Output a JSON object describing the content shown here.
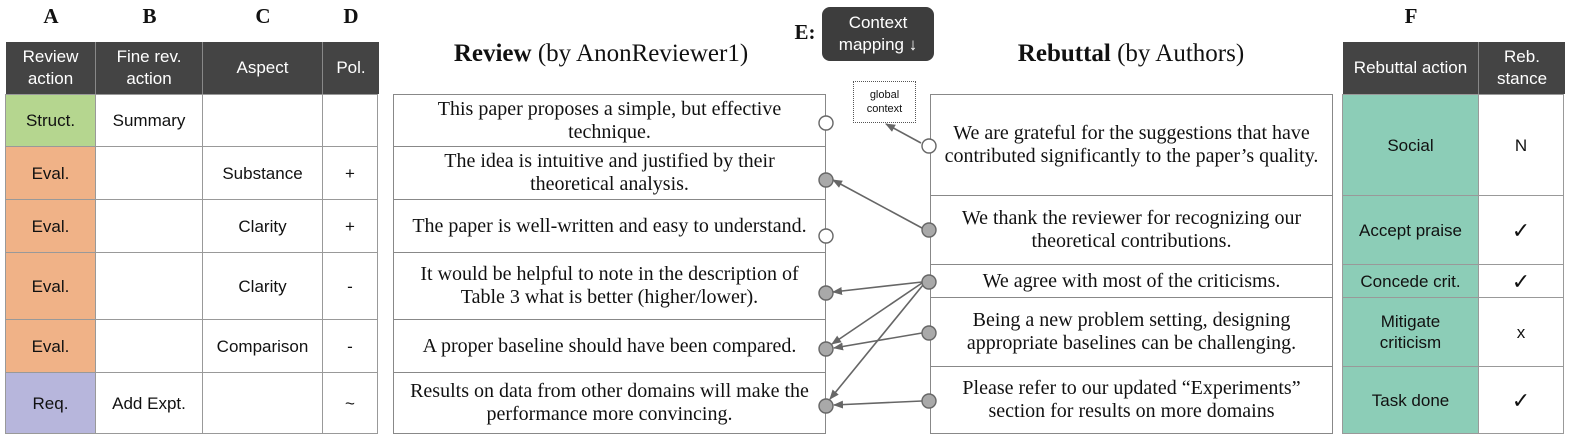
{
  "column_letters": {
    "a": "A",
    "b": "B",
    "c": "C",
    "d": "D",
    "e": "E:",
    "f": "F"
  },
  "left_table": {
    "headers": [
      "Review action",
      "Fine rev. action",
      "Aspect",
      "Pol."
    ],
    "rows": [
      {
        "action": "Struct.",
        "fine": "Summary",
        "aspect": "",
        "pol": ""
      },
      {
        "action": "Eval.",
        "fine": "",
        "aspect": "Substance",
        "pol": "+"
      },
      {
        "action": "Eval.",
        "fine": "",
        "aspect": "Clarity",
        "pol": "+"
      },
      {
        "action": "Eval.",
        "fine": "",
        "aspect": "Clarity",
        "pol": "-"
      },
      {
        "action": "Eval.",
        "fine": "",
        "aspect": "Comparison",
        "pol": "-"
      },
      {
        "action": "Req.",
        "fine": "Add Expt.",
        "aspect": "",
        "pol": "~"
      }
    ],
    "colors": {
      "Struct.": "#b5d68f",
      "Eval.": "#f0b287",
      "Req.": "#b7b6dc"
    }
  },
  "review": {
    "title_bold": "Review",
    "title_rest": " (by AnonReviewer1)",
    "sentences": [
      "This paper proposes a simple, but effective technique.",
      "The idea is intuitive and justified by their theoretical analysis.",
      "The paper is well-written and easy to understand.",
      "It would be helpful to note in the description of Table 3 what is better (higher/lower).",
      "A proper baseline should have been compared.",
      "Results on data from other domains will make the performance more convincing."
    ]
  },
  "context_mapping": {
    "label": "Context mapping ↓",
    "global_context": "global context"
  },
  "rebuttal": {
    "title_bold": "Rebuttal",
    "title_rest": " (by Authors)",
    "sentences": [
      "We are grateful for the suggestions that have contributed significantly to the paper’s quality.",
      "We thank the reviewer for recognizing our theoretical contributions.",
      "We agree with most of the criticisms.",
      "Being a new problem setting, designing appropriate baselines can be challenging.",
      "Please refer to our updated “Experiments” section for results on more domains"
    ]
  },
  "right_table": {
    "headers": [
      "Rebuttal action",
      "Reb. stance"
    ],
    "rows": [
      {
        "action": "Social",
        "stance": "N"
      },
      {
        "action": "Accept praise",
        "stance": "✓"
      },
      {
        "action": "Concede crit.",
        "stance": "✓"
      },
      {
        "action": "Mitigate criticism",
        "stance": "x"
      },
      {
        "action": "Task done",
        "stance": "✓"
      }
    ],
    "color": "#8ccdb7"
  }
}
